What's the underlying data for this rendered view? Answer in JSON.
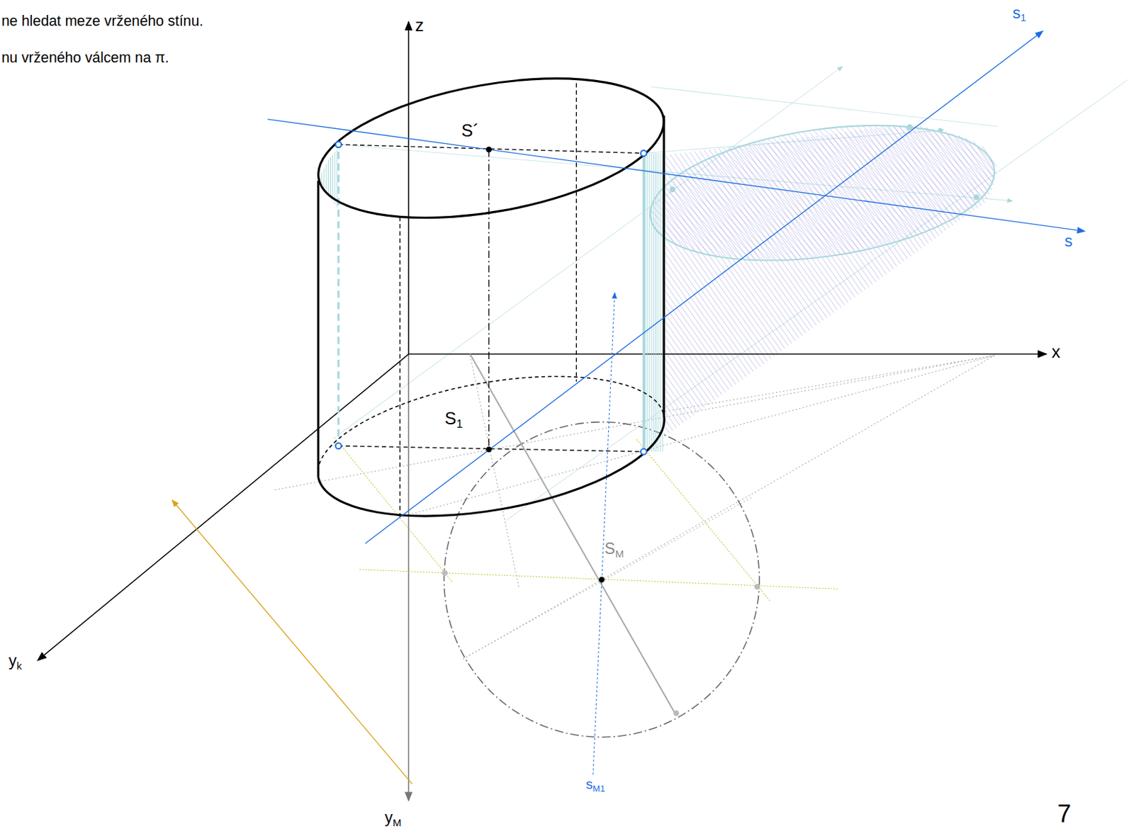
{
  "diagram": {
    "labels": [
      "ne hledat meze vrženého stínu.",
      "nu vrženého válcem na π.",
      "z",
      "s1",
      "S´",
      "s",
      "x",
      "S1",
      "SM",
      "yk",
      "sM1",
      "yM",
      "7"
    ]
  }
}
